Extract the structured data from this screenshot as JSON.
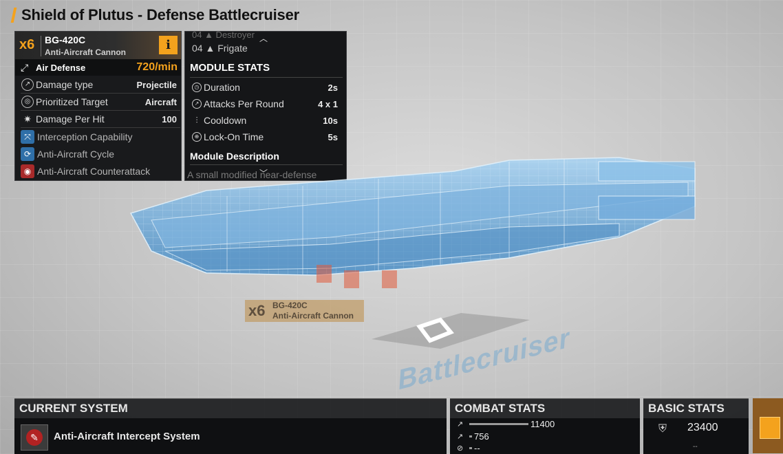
{
  "page_title": "Shield of Plutus - Defense Battlecruiser",
  "module": {
    "count": "x6",
    "name": "BG-420C",
    "type": "Anti-Aircraft Cannon",
    "info_label": "i",
    "primary_stat": {
      "label": "Air Defense",
      "value": "720/min"
    },
    "stats": [
      {
        "label": "Damage type",
        "value": "Projectile",
        "icon": "damage-type-icon"
      },
      {
        "label": "Prioritized Target",
        "value": "Aircraft",
        "icon": "target-icon"
      },
      {
        "label": "Damage Per Hit",
        "value": "100",
        "icon": "damage-hit-icon"
      }
    ],
    "skills": [
      {
        "label": "Interception Capability",
        "icon": "interception-icon",
        "color": "#2f6fa8"
      },
      {
        "label": "Anti-Aircraft Cycle",
        "icon": "cycle-icon",
        "color": "#2f6fa8"
      },
      {
        "label": "Anti-Aircraft Counterattack",
        "icon": "counterattack-icon",
        "color": "#a82a2a"
      }
    ]
  },
  "stats_panel": {
    "class_destroyer": "04 ▲ Destroyer",
    "class_frigate": "04 ▲ Frigate",
    "module_stats_heading": "MODULE STATS",
    "rows": [
      {
        "label": "Duration",
        "value": "2s",
        "icon": "clock-icon"
      },
      {
        "label": "Attacks Per Round",
        "value": "4 x 1",
        "icon": "attack-icon"
      },
      {
        "label": "Cooldown",
        "value": "10s",
        "icon": "cooldown-icon"
      },
      {
        "label": "Lock-On Time",
        "value": "5s",
        "icon": "lock-on-icon"
      }
    ],
    "description_heading": "Module Description",
    "description_text": "A small modified near-defense"
  },
  "ship_tag": {
    "count": "x6",
    "name": "BG-420C",
    "type": "Anti-Aircraft Cannon"
  },
  "floor_class": "Battlecruiser",
  "bottom": {
    "current_system_heading": "CURRENT SYSTEM",
    "current_system_name": "Anti-Aircraft Intercept System",
    "combat_stats_heading": "COMBAT STATS",
    "combat_stats": [
      {
        "value": "11400",
        "fill": 0.78
      },
      {
        "value": "756",
        "fill": 0.0
      },
      {
        "value": "--",
        "fill": 0.0
      }
    ],
    "basic_stats_heading": "BASIC STATS",
    "basic_stats_value": "23400",
    "basic_stats_extra": "--"
  },
  "colors": {
    "accent": "#f4a21d",
    "panel": "#191a1c",
    "ship_wire": "#8fc4ec"
  }
}
